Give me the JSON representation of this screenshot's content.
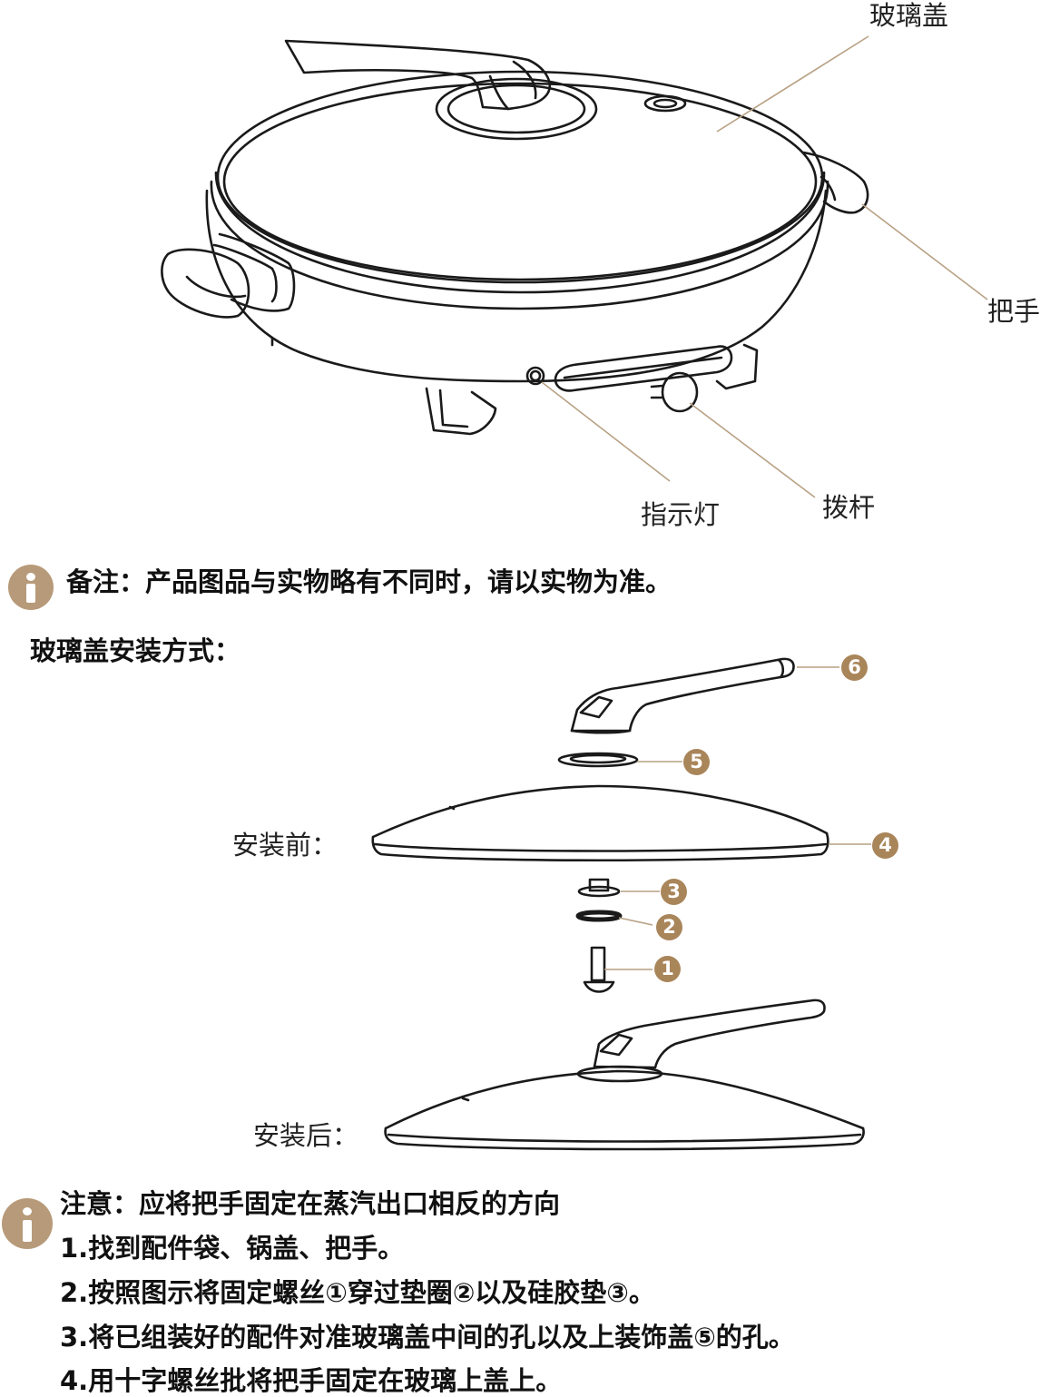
{
  "product_labels": {
    "glass_lid": "玻璃盖",
    "handle": "把手",
    "indicator": "指示灯",
    "lever": "拨杆"
  },
  "note": "备注：产品图品与实物略有不同时，请以实物为准。",
  "install": {
    "title": "玻璃盖安装方式：",
    "before": "安装前：",
    "after": "安装后：",
    "parts": [
      "1",
      "2",
      "3",
      "4",
      "5",
      "6"
    ]
  },
  "instructions": {
    "heading": "注意：应将把手固定在蒸汽出口相反的方向",
    "steps": [
      "1.找到配件袋、锅盖、把手。",
      "2.按照图示将固定螺丝①穿过垫圈②以及硅胶垫③。",
      "3.将已组装好的配件对准玻璃盖中间的孔以及上装饰盖⑤的孔。",
      "4.用十字螺丝批将把手固定在玻璃上盖上。"
    ]
  },
  "colors": {
    "accent": "#b79a79",
    "badge": "#a9855a",
    "leader": "#b8a184"
  }
}
